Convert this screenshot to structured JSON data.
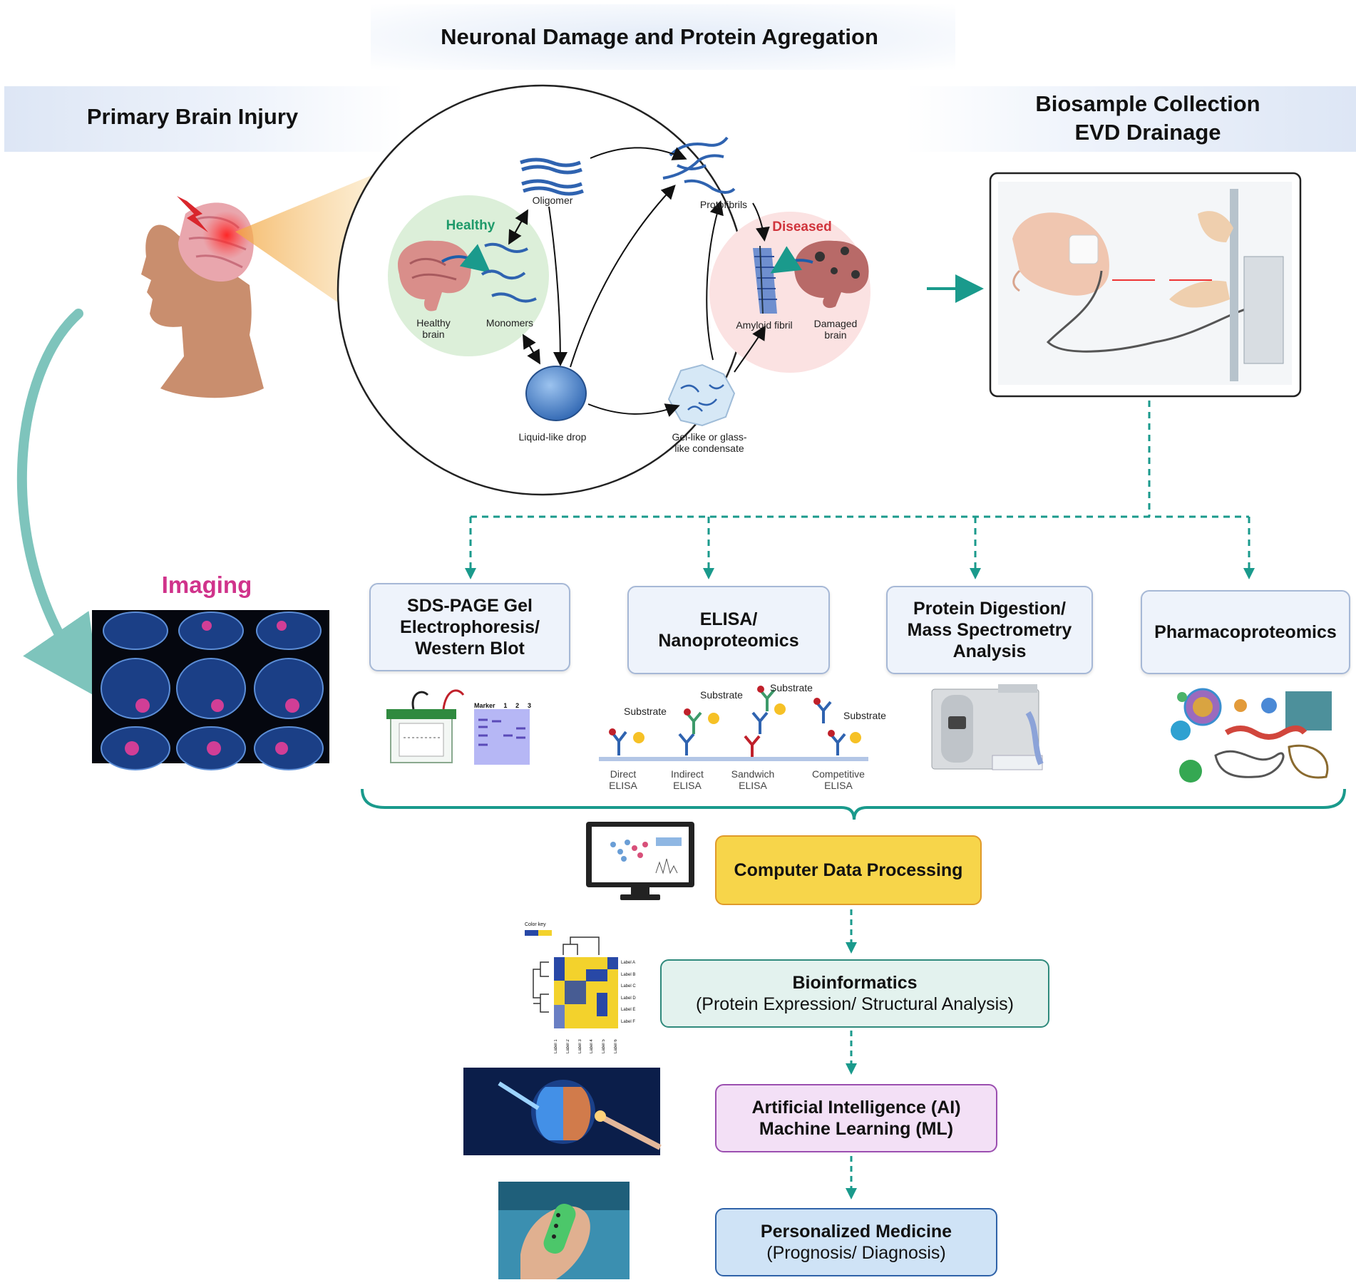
{
  "titles": {
    "top": "Neuronal Damage and Protein Agregation",
    "left": "Primary Brain Injury",
    "right_line1": "Biosample Collection",
    "right_line2": "EVD Drainage",
    "imaging": "Imaging"
  },
  "cycle": {
    "healthy": "Healthy",
    "diseased": "Diseased",
    "oligomer": "Oligomer",
    "protofibrils": "Protofibrils",
    "healthy_brain_1": "Healthy",
    "healthy_brain_2": "brain",
    "monomers": "Monomers",
    "amyloid": "Amyloid fibril",
    "damaged_1": "Damaged",
    "damaged_2": "brain",
    "liquid": "Liquid-like drop",
    "gel_1": "Gel-like or glass-",
    "gel_2": "like condensate"
  },
  "methods": {
    "sds_1": "SDS-PAGE Gel",
    "sds_2": "Electrophoresis/",
    "sds_3": "Western Blot",
    "elisa_1": "ELISA/",
    "elisa_2": "Nanoproteomics",
    "ms_1": "Protein Digestion/",
    "ms_2": "Mass Spectrometry",
    "ms_3": "Analysis",
    "pharma": "Pharmacoproteomics"
  },
  "gel": {
    "marker": "Marker",
    "lane1": "1",
    "lane2": "2",
    "lane3": "3"
  },
  "elisa": {
    "substrate": "Substrate",
    "direct_1": "Direct",
    "direct_2": "ELISA",
    "indirect_1": "Indirect",
    "indirect_2": "ELISA",
    "sandwich_1": "Sandwich",
    "sandwich_2": "ELISA",
    "competitive_1": "Competitive",
    "competitive_2": "ELISA"
  },
  "pipeline": {
    "computer": "Computer Data Processing",
    "bio_title": "Bioinformatics",
    "bio_sub": "(Protein Expression/ Structural Analysis)",
    "ai_1": "Artificial Intelligence (AI)",
    "ai_2": "Machine Learning (ML)",
    "pm_title": "Personalized Medicine",
    "pm_sub": "(Prognosis/ Diagnosis)"
  },
  "heatmap": {
    "color_key": "Color key",
    "row_labels": [
      "Label A",
      "Label B",
      "Label C",
      "Label D",
      "Label E",
      "Label F"
    ],
    "col_labels": [
      "Label 1",
      "Label 2",
      "Label 3",
      "Label 4",
      "Label 5",
      "Label 6"
    ]
  },
  "colors": {
    "teal": "#1a9a8c",
    "method_fill": "#eef3fb",
    "computer_fill": "#f7d54a",
    "bio_fill": "#e3f2ee",
    "ai_fill": "#f3e0f6",
    "pm_fill": "#cfe3f6",
    "imaging_text": "#d0338b",
    "healthy_text": "#1f9a6a",
    "diseased_text": "#d0343c"
  }
}
